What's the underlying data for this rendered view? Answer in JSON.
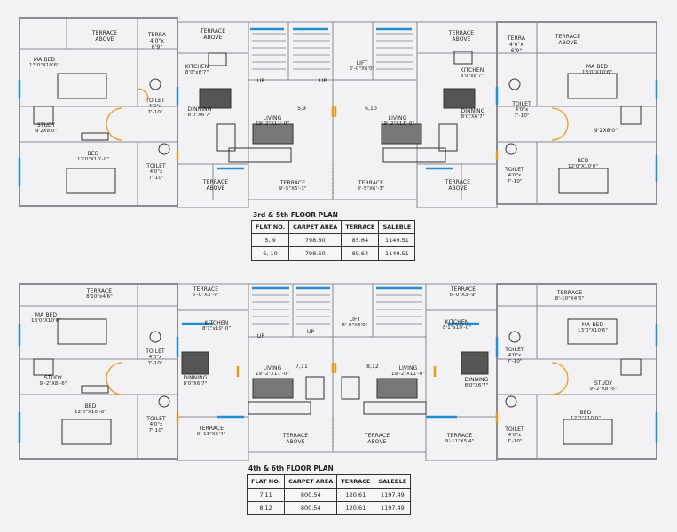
{
  "plans": [
    {
      "id": "plan-a",
      "rooms": [
        {
          "key": "r1",
          "name": "TERRACE\nABOVE",
          "dim": ""
        },
        {
          "key": "r2",
          "name": "TERRA\n4'0\"x\n6'9\"",
          "dim": ""
        },
        {
          "key": "r3",
          "name": "TERRACE\nABOVE",
          "dim": ""
        },
        {
          "key": "r4",
          "name": "MA BED",
          "dim": "13'0\"X10'6\""
        },
        {
          "key": "r5",
          "name": "KITCHEN",
          "dim": "8'0\"x8'7\""
        },
        {
          "key": "r6",
          "name": "TOILET",
          "dim": "4'0\"x\n7'-10\""
        },
        {
          "key": "r7",
          "name": "DINNING",
          "dim": "8'0\"X6'7\""
        },
        {
          "key": "r8",
          "name": "STUDY",
          "dim": "9'2X8'0\""
        },
        {
          "key": "r9",
          "name": "LIVING",
          "dim": "19'-2\"X11'-0\""
        },
        {
          "key": "r10",
          "name": "BED",
          "dim": "12'0\"X10'-0\""
        },
        {
          "key": "r11",
          "name": "TOILET",
          "dim": "4'0\"x\n7'-10\""
        },
        {
          "key": "r12",
          "name": "TERRACE\nABOVE",
          "dim": ""
        },
        {
          "key": "r13",
          "name": "TERRACE",
          "dim": "9'-5\"X6'-3\""
        },
        {
          "key": "r14",
          "name": "UP",
          "dim": ""
        },
        {
          "key": "r15",
          "name": "UP",
          "dim": ""
        },
        {
          "key": "r16",
          "name": "LIFT",
          "dim": "6'-0\"X6'0\""
        },
        {
          "key": "r17",
          "name": "5,9",
          "dim": ""
        },
        {
          "key": "r18",
          "name": "6,10",
          "dim": ""
        },
        {
          "key": "r19",
          "name": "TERRACE",
          "dim": "9'-5\"X6'-3\""
        },
        {
          "key": "r20",
          "name": "LIVING",
          "dim": "19'-2\"X11'-0\""
        },
        {
          "key": "r21",
          "name": "TERRACE\nABOVE",
          "dim": ""
        },
        {
          "key": "r22",
          "name": "TERRA\n4'0\"x\n6'9\"",
          "dim": ""
        },
        {
          "key": "r23",
          "name": "TERRACE\nABOVE",
          "dim": ""
        },
        {
          "key": "r24",
          "name": "KITCHEN",
          "dim": "8'0\"x8'7\""
        },
        {
          "key": "r25",
          "name": "MA BED",
          "dim": "13'0\"X10'6\""
        },
        {
          "key": "r26",
          "name": "DINNING",
          "dim": "8'0\"X6'7\""
        },
        {
          "key": "r27",
          "name": "TOILET",
          "dim": "4'0\"x\n7'-10\""
        },
        {
          "key": "r28",
          "name": "9'2X8'0\"",
          "dim": ""
        },
        {
          "key": "r29",
          "name": "TOILET",
          "dim": "4'0\"x\n7'-10\""
        },
        {
          "key": "r30",
          "name": "BED",
          "dim": "12'0\"X10'0\""
        },
        {
          "key": "r31",
          "name": "TERRACE\nABOVE",
          "dim": ""
        }
      ],
      "table_title": "3rd & 5th FLOOR PLAN",
      "table": {
        "headers": [
          "FLAT NO.",
          "CARPET AREA",
          "TERRACE",
          "SALEBLE"
        ],
        "rows": [
          [
            "5, 9",
            "798.60",
            "85.64",
            "1149.51"
          ],
          [
            "6, 10",
            "798.60",
            "85.64",
            "1149.51"
          ]
        ]
      }
    },
    {
      "id": "plan-b",
      "rooms": [
        {
          "key": "r1",
          "name": "TERRACE",
          "dim": "8'10\"x4'6\""
        },
        {
          "key": "r2",
          "name": "TERRACE",
          "dim": "6'-0\"X3'-9\""
        },
        {
          "key": "r3",
          "name": "MA BED",
          "dim": "13'0\"X10'6\""
        },
        {
          "key": "r4",
          "name": "KITCHEN",
          "dim": "8'1\"x10'-0\""
        },
        {
          "key": "r5",
          "name": "TOILET",
          "dim": "4'0\"x\n7'-10\""
        },
        {
          "key": "r6",
          "name": "STUDY",
          "dim": "9'-2\"X8'-6\""
        },
        {
          "key": "r7",
          "name": "DINNING",
          "dim": "8'0\"X6'7\""
        },
        {
          "key": "r8",
          "name": "LIVING",
          "dim": "19'-2\"X11'-0\""
        },
        {
          "key": "r9",
          "name": "BED",
          "dim": "12'0\"X10'-0\""
        },
        {
          "key": "r10",
          "name": "TOILET",
          "dim": "4'0\"x\n7'-10\""
        },
        {
          "key": "r11",
          "name": "TERRACE",
          "dim": "9'-11\"X5'4\""
        },
        {
          "key": "r12",
          "name": "TERRACE\nABOVE",
          "dim": ""
        },
        {
          "key": "r13",
          "name": "UP",
          "dim": ""
        },
        {
          "key": "r14",
          "name": "UP",
          "dim": ""
        },
        {
          "key": "r15",
          "name": "LIFT",
          "dim": "6'-0\"X6'0\""
        },
        {
          "key": "r16",
          "name": "7,11",
          "dim": ""
        },
        {
          "key": "r17",
          "name": "8,12",
          "dim": ""
        },
        {
          "key": "r18",
          "name": "TERRACE\nABOVE",
          "dim": ""
        },
        {
          "key": "r19",
          "name": "LIVING",
          "dim": "19'-2\"X11'-0\""
        },
        {
          "key": "r20",
          "name": "TERRACE",
          "dim": "9'-11\"X5'4\""
        },
        {
          "key": "r21",
          "name": "TERRACE",
          "dim": "6'-0\"X3'-9\""
        },
        {
          "key": "r22",
          "name": "TERRACE",
          "dim": "8'-10\"X4'6\""
        },
        {
          "key": "r23",
          "name": "KITCHEN",
          "dim": "8'1\"x10'-0\""
        },
        {
          "key": "r24",
          "name": "MA BED",
          "dim": "13'0\"X10'6\""
        },
        {
          "key": "r25",
          "name": "DINNING",
          "dim": "8'0\"X6'7\""
        },
        {
          "key": "r26",
          "name": "TOILET",
          "dim": "4'0\"x\n7'-10\""
        },
        {
          "key": "r27",
          "name": "STUDY",
          "dim": "9'-2\"X8'-6\""
        },
        {
          "key": "r28",
          "name": "TOILET",
          "dim": "4'0\"x\n7'-10\""
        },
        {
          "key": "r29",
          "name": "BED",
          "dim": "12'0\"X10'0\""
        }
      ],
      "table_title": "4th & 6th FLOOR PLAN",
      "table": {
        "headers": [
          "FLAT NO.",
          "CARPET AREA",
          "TERRACE",
          "SALEBLE"
        ],
        "rows": [
          [
            "7,11",
            "800.54",
            "120.61",
            "1197.49"
          ],
          [
            "8,12",
            "800.54",
            "120.61",
            "1197.49"
          ]
        ]
      }
    }
  ],
  "colors": {
    "wall": "#7a7a80",
    "window": "#1f8fd0",
    "door": "#e79a1d",
    "table_border": "#333333"
  }
}
